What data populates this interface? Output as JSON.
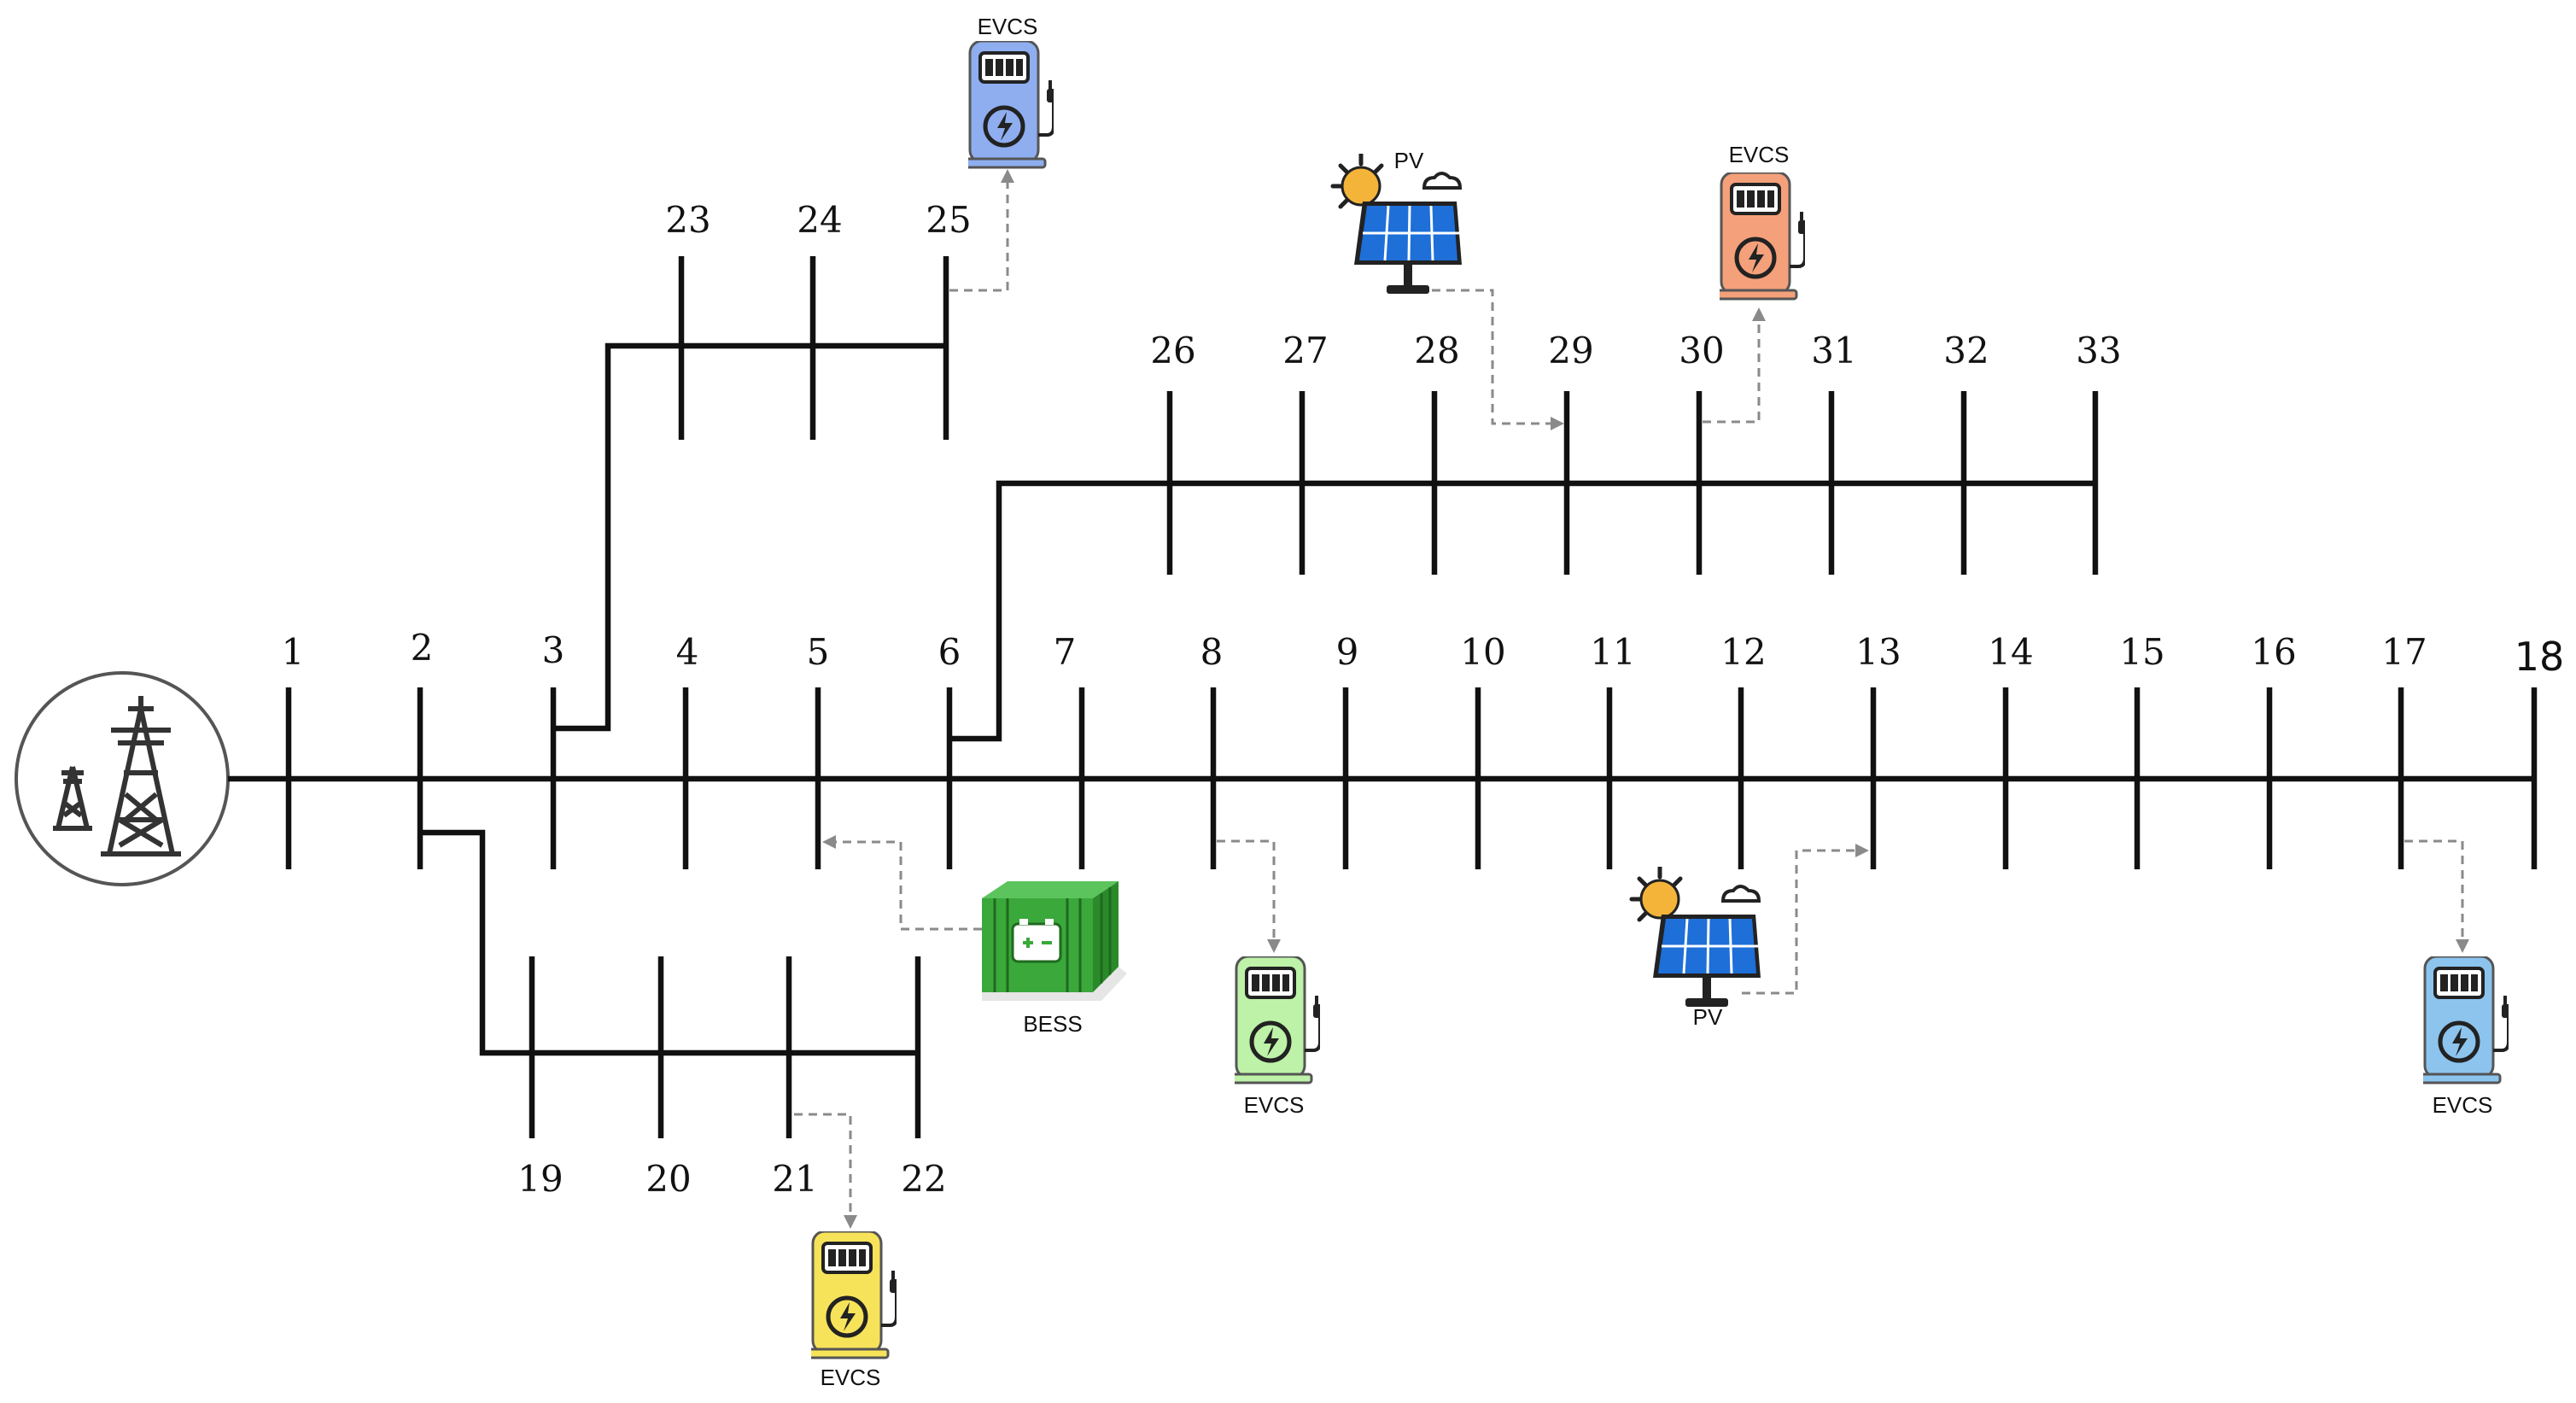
{
  "buses": {
    "b1": "1",
    "b2": "2",
    "b3": "3",
    "b4": "4",
    "b5": "5",
    "b6": "6",
    "b7": "7",
    "b8": "8",
    "b9": "9",
    "b10": "10",
    "b11": "11",
    "b12": "12",
    "b13": "13",
    "b14": "14",
    "b15": "15",
    "b16": "16",
    "b17": "17",
    "b18": "18",
    "b19": "19",
    "b20": "20",
    "b21": "21",
    "b22": "22",
    "b23": "23",
    "b24": "24",
    "b25": "25",
    "b26": "26",
    "b27": "27",
    "b28": "28",
    "b29": "29",
    "b30": "30",
    "b31": "31",
    "b32": "32",
    "b33": "33"
  },
  "devices": {
    "evcs_25": "EVCS",
    "evcs_30": "EVCS",
    "evcs_8": "EVCS",
    "evcs_21": "EVCS",
    "evcs_17": "EVCS",
    "pv_29": "PV",
    "pv_13": "PV",
    "bess_5": "BESS"
  },
  "colors": {
    "evcs_25": "#8faef0",
    "evcs_30": "#f4a07a",
    "evcs_8": "#bdf2a8",
    "evcs_21": "#f7e35a",
    "evcs_17": "#8cc4ee",
    "bess": "#3aa83a",
    "pv_panel": "#1e6fd8",
    "sun": "#f4b43a"
  },
  "icons": {
    "substation": "transmission-tower-icon",
    "evcs": "ev-charging-station-icon",
    "pv": "solar-panel-icon",
    "bess": "battery-storage-icon"
  }
}
